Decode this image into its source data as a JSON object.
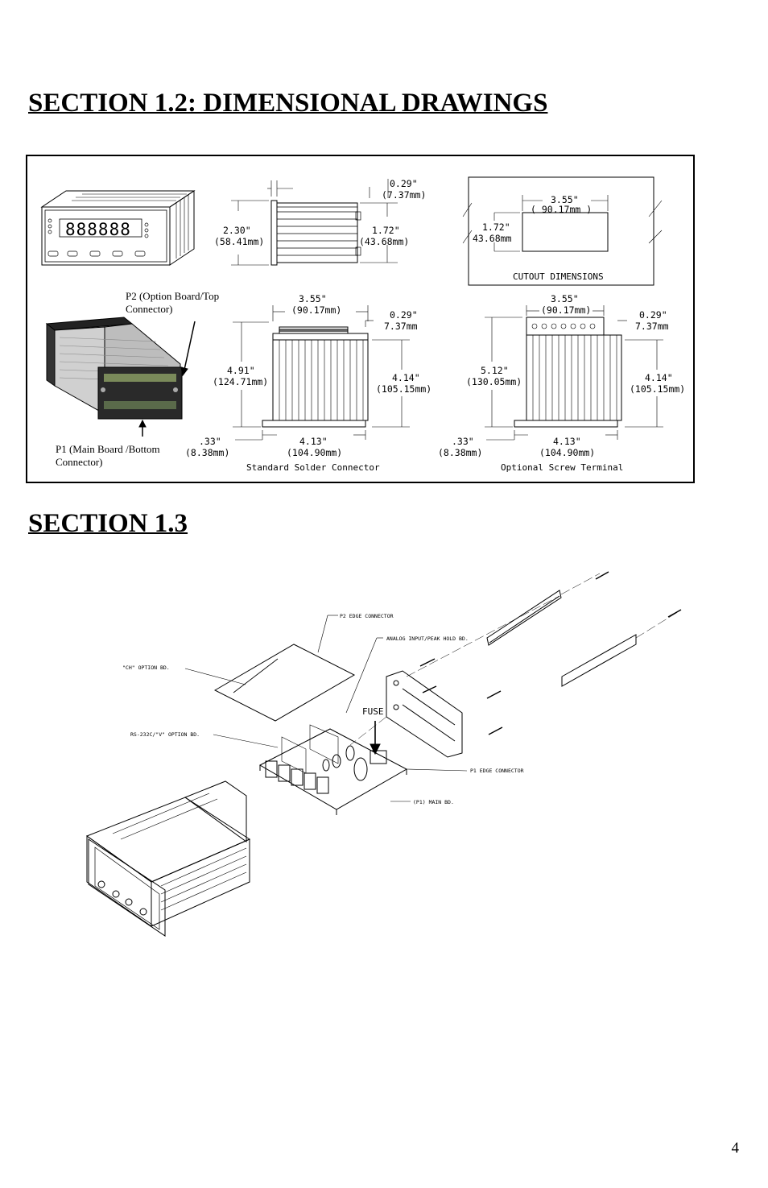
{
  "section_12_title": "SECTION 1.2:  DIMENSIONAL DRAWINGS",
  "section_13_title": "SECTION 1.3",
  "drawing": {
    "p2_caption": [
      "P2 (Option Board/Top",
      "Connector)"
    ],
    "p1_caption": [
      "P1 (Main Board /Bottom",
      "Connector)"
    ],
    "side_view": {
      "depth": "0.29\"",
      "depth_mm": "(7.37mm)",
      "height": "2.30\"",
      "height_mm": "(58.41mm)",
      "inner": "1.72\"",
      "inner_mm": "(43.68mm)"
    },
    "cutout": {
      "width": "3.55\"",
      "width_mm": "(  90.17mm  )",
      "height": "1.72\"",
      "height_mm": "43.68mm",
      "label": "CUTOUT DIMENSIONS"
    },
    "solder": {
      "width": "3.55\"",
      "width_mm": "(90.17mm)",
      "depth": "0.29\"",
      "depth_mm": "7.37mm",
      "total": "4.91\"",
      "total_mm": "(124.71mm)",
      "body": "4.14\"",
      "body_mm": "(105.15mm)",
      "flange": ".33\"",
      "flange_mm": "(8.38mm)",
      "base": "4.13\"",
      "base_mm": "(104.90mm)",
      "label": "Standard Solder Connector"
    },
    "screw": {
      "width": "3.55\"",
      "width_mm": "(90.17mm)",
      "depth": "0.29\"",
      "depth_mm": "7.37mm",
      "total": "5.12\"",
      "total_mm": "(130.05mm)",
      "body": "4.14\"",
      "body_mm": "(105.15mm)",
      "flange": ".33\"",
      "flange_mm": "(8.38mm)",
      "base": "4.13\"",
      "base_mm": "(104.90mm)",
      "label": "Optional Screw Terminal"
    },
    "display_digits": "888888"
  },
  "exploded": {
    "p2_edge": "P2 EDGE CONNECTOR",
    "analog": "ANALOG INPUT/PEAK HOLD BD.",
    "ch_option": "\"CH\" OPTION BD.",
    "fuse": "FUSE",
    "rs232": "RS-232C/\"V\" OPTION BD.",
    "p1_edge": "P1 EDGE CONNECTOR",
    "main_bd": "(P1) MAIN BD."
  },
  "page_number": "4"
}
